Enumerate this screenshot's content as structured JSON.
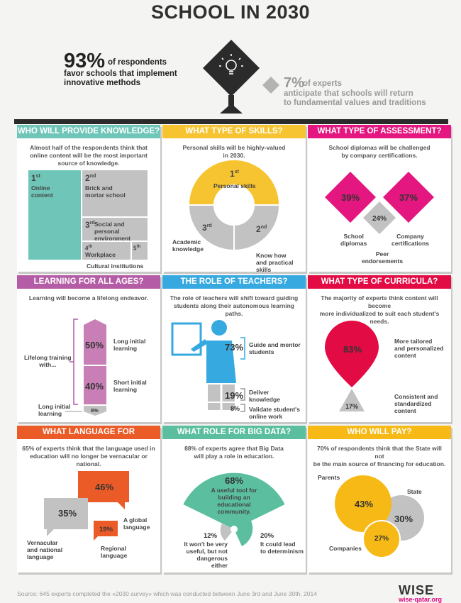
{
  "title": "SCHOOL IN 2030",
  "intro": {
    "big_pct": "93%",
    "big_text_1": "of respondents",
    "big_text_2": "favor schools that implement",
    "big_text_3": "innovative methods",
    "small_pct": "7%",
    "small_text_1": "of experts",
    "small_text_2": "anticipate that schools will return",
    "small_text_3": "to fundamental values and traditions"
  },
  "colors": {
    "teal": "#6fc6b8",
    "yellow": "#f7c431",
    "magenta": "#e4167f",
    "purple": "#b45ca5",
    "blue": "#36a9e1",
    "red": "#e30b44",
    "orange": "#eb5b28",
    "green": "#5bbf9f",
    "gold": "#f6b915",
    "grey": "#b3b3b3",
    "dark": "#2b2b2b"
  },
  "cards": {
    "knowledge": {
      "title": "WHO WILL PROVIDE KNOWLEDGE?",
      "sub_1": "Almost half of the respondents think that",
      "sub_2": "online content will be the most important",
      "sub_3": "source of knowledge.",
      "r1": "1",
      "r1_sup": "st",
      "l1a": "Online",
      "l1b": "content",
      "r2": "2",
      "r2_sup": "nd",
      "l2a": "Brick and",
      "l2b": "mortar school",
      "r3": "3",
      "r3_sup": "rd",
      "l3a": "Social and",
      "l3b": "personal",
      "l3c": "environment",
      "r4": "4",
      "r4_sup": "th",
      "l4": "Workplace",
      "r5": "5",
      "r5_sup": "th",
      "l5": "Cultural institutions"
    },
    "skills": {
      "title": "WHAT TYPE OF SKILLS?",
      "sub_1": "Personal skills will be highly-valued",
      "sub_2": "in 2030.",
      "r1": "1",
      "r1_sup": "st",
      "l1": "Personal skills",
      "r2": "2",
      "r2_sup": "nd",
      "l2a": "Know how",
      "l2b": "and practical skills",
      "r3": "3",
      "r3_sup": "rd",
      "l3a": "Academic",
      "l3b": "knowledge"
    },
    "assessment": {
      "title": "WHAT TYPE OF ASSESSMENT?",
      "sub_1": "School diplomas will be challenged",
      "sub_2": "by company certifications.",
      "v1": "39%",
      "l1a": "School",
      "l1b": "diplomas",
      "v2": "37%",
      "l2a": "Company",
      "l2b": "certifications",
      "v3": "24%",
      "l3a": "Peer",
      "l3b": "endorsements"
    },
    "ages": {
      "title": "LEARNING FOR ALL AGES?",
      "sub_1": "Learning will become a lifelong endeavor.",
      "lifelong_1": "Lifelong training",
      "lifelong_2": "with...",
      "v1": "50%",
      "l1a": "Long initial",
      "l1b": "learning",
      "v2": "40%",
      "l2a": "Short initial",
      "l2b": "learning",
      "v3": "8%",
      "l3a": "Long initial",
      "l3b": "learning"
    },
    "teachers": {
      "title": "THE ROLE OF TEACHERS?",
      "sub_1": "The role of teachers will shift toward guiding",
      "sub_2": "students along their autonomous learning paths.",
      "v1": "73%",
      "l1a": "Guide and mentor",
      "l1b": "students",
      "v2": "19%",
      "l2a": "Deliver",
      "l2b": "knowledge",
      "v3": "8%",
      "l3a": "Validate student's",
      "l3b": "online work"
    },
    "curricula": {
      "title": "WHAT TYPE OF CURRICULA?",
      "sub_1": "The majority of experts think content will become",
      "sub_2": "more individualized to suit each student's needs.",
      "v1": "83%",
      "l1a": "More tailored",
      "l1b": "and personalized",
      "l1c": "content",
      "v2": "17%",
      "l2a": "Consistent and",
      "l2b": "standardized",
      "l2c": "content"
    },
    "language": {
      "title": "WHAT LANGUAGE FOR EDUCATION?",
      "sub_1": "65% of experts think that the language used in",
      "sub_2": "education will no longer be vernacular or national.",
      "v1": "46%",
      "l1a": "A global",
      "l1b": "language",
      "v2": "35%",
      "l2a": "Vernacular",
      "l2b": "and national",
      "l2c": "language",
      "v3": "19%",
      "l3a": "Regional",
      "l3b": "language"
    },
    "bigdata": {
      "title": "WHAT ROLE FOR BIG DATA?",
      "sub_1": "88% of experts agree that Big Data",
      "sub_2": "will play a role in education.",
      "v1": "68%",
      "l1a": "A useful tool for",
      "l1b": "building an educational",
      "l1c": "community.",
      "v2": "12%",
      "l2a": "It won't be very",
      "l2b": "useful, but not",
      "l2c": "dangerous either",
      "v3": "20%",
      "l3a": "It could lead",
      "l3b": "to determinism"
    },
    "pay": {
      "title": "WHO WILL PAY?",
      "sub_1": "70% of respondents think that the State will not",
      "sub_2": "be the main source of financing for education.",
      "v1": "43%",
      "l1": "Parents",
      "v2": "30%",
      "l2": "State",
      "v3": "27%",
      "l3": "Companies"
    }
  },
  "chart_data": [
    {
      "type": "bar",
      "title": "WHO WILL PROVIDE KNOWLEDGE?",
      "categories": [
        "Online content",
        "Brick and mortar school",
        "Social and personal environment",
        "Workplace",
        "Cultural institutions"
      ],
      "values": [
        1,
        2,
        3,
        4,
        5
      ]
    },
    {
      "type": "pie",
      "title": "WHAT TYPE OF SKILLS?",
      "categories": [
        "Personal skills",
        "Know how and practical skills",
        "Academic knowledge"
      ],
      "values": [
        1,
        2,
        3
      ]
    },
    {
      "type": "bar",
      "title": "WHAT TYPE OF ASSESSMENT?",
      "categories": [
        "School diplomas",
        "Company certifications",
        "Peer endorsements"
      ],
      "values": [
        39,
        37,
        24
      ]
    },
    {
      "type": "bar",
      "title": "LEARNING FOR ALL AGES?",
      "categories": [
        "Long initial learning",
        "Short initial learning",
        "Long initial learning"
      ],
      "values": [
        50,
        40,
        8
      ]
    },
    {
      "type": "bar",
      "title": "THE ROLE OF TEACHERS?",
      "categories": [
        "Guide and mentor students",
        "Deliver knowledge",
        "Validate student's online work"
      ],
      "values": [
        73,
        19,
        8
      ]
    },
    {
      "type": "bar",
      "title": "WHAT TYPE OF CURRICULA?",
      "categories": [
        "More tailored and personalized content",
        "Consistent and standardized content"
      ],
      "values": [
        83,
        17
      ]
    },
    {
      "type": "bar",
      "title": "WHAT LANGUAGE FOR EDUCATION?",
      "categories": [
        "A global language",
        "Vernacular and national language",
        "Regional language"
      ],
      "values": [
        46,
        35,
        19
      ]
    },
    {
      "type": "pie",
      "title": "WHAT ROLE FOR BIG DATA?",
      "categories": [
        "A useful tool for building an educational community.",
        "It won't be very useful, but not dangerous either",
        "It could lead to determinism"
      ],
      "values": [
        68,
        12,
        20
      ]
    },
    {
      "type": "bar",
      "title": "WHO WILL PAY?",
      "categories": [
        "Parents",
        "State",
        "Companies"
      ],
      "values": [
        43,
        30,
        27
      ]
    }
  ],
  "footer": {
    "source": "Source: 645 experts completed the «2030 survey» which was conducted between June 3rd and June 30th, 2014",
    "logo": "WISE",
    "site": "wise-qatar.org"
  }
}
